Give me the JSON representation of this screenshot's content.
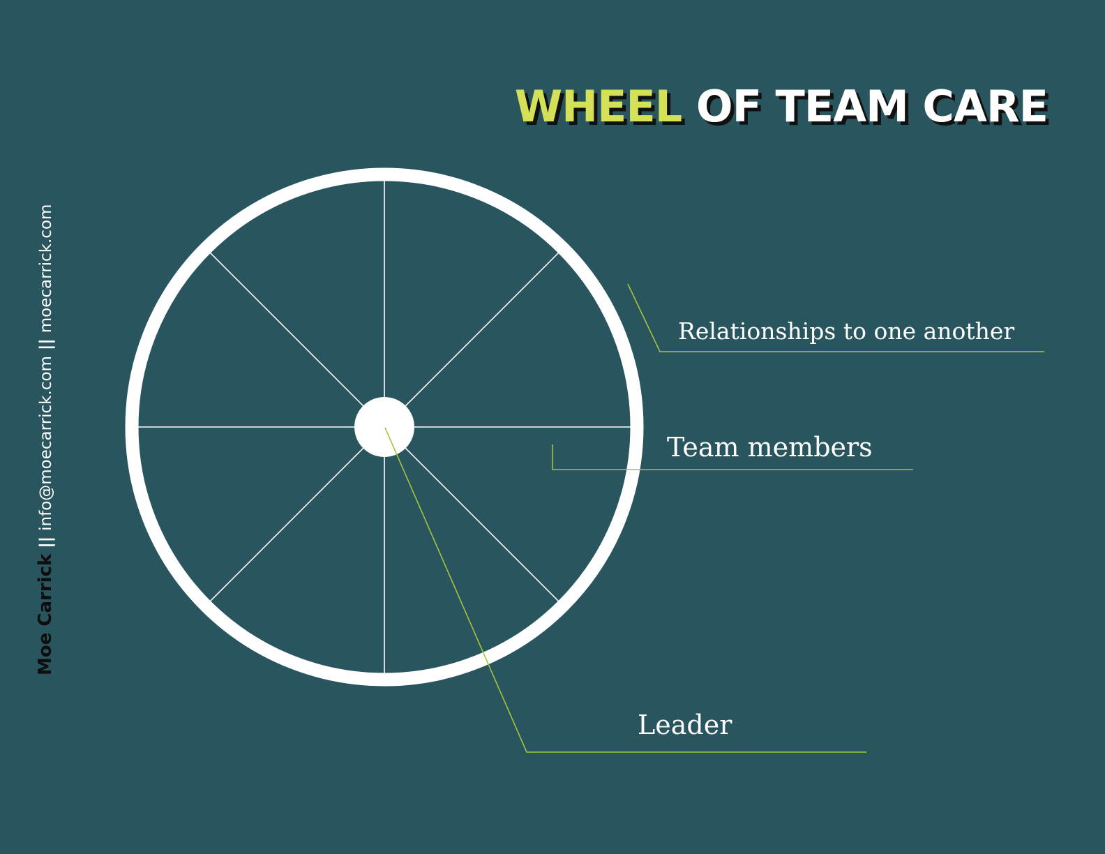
{
  "title": {
    "accent": "WHEEL",
    "rest": " OF TEAM CARE"
  },
  "side": {
    "author": "Moe Carrick",
    "sep1": " || ",
    "email": "info@moecarrick.com",
    "sep2": " || ",
    "site": "moecarrick.com"
  },
  "labels": {
    "relationships": "Relationships to one another",
    "members": "Team members",
    "leader": "Leader"
  },
  "colors": {
    "background": "#29555e",
    "accent": "#d4e157",
    "wheel": "#ffffff",
    "callout_line": "#a4c639",
    "shadow": "#111111"
  },
  "wheel": {
    "spokes": 8
  }
}
